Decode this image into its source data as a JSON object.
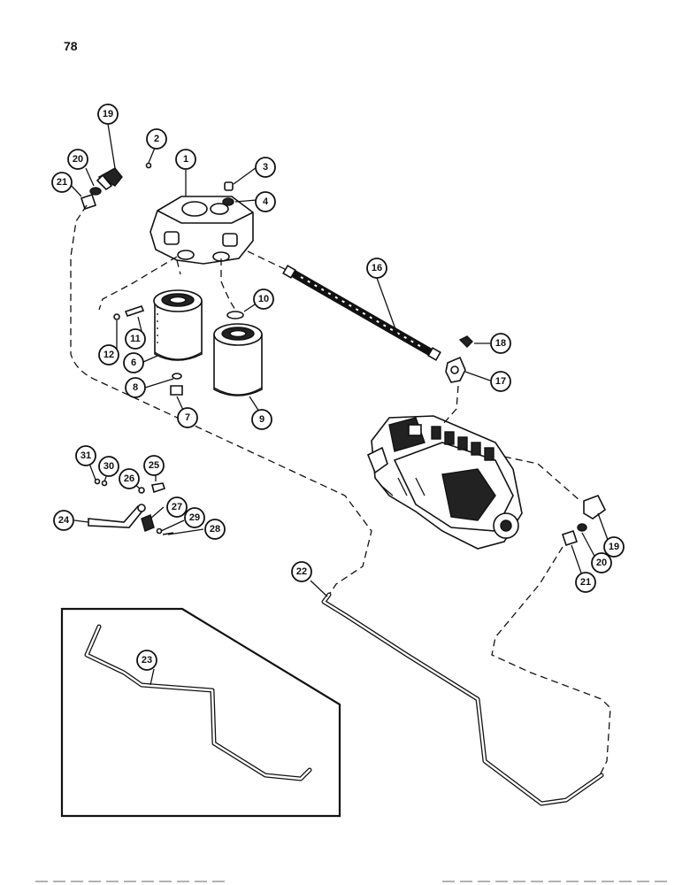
{
  "page": {
    "number": "78"
  },
  "callouts": [
    "1",
    "2",
    "3",
    "4",
    "6",
    "7",
    "8",
    "9",
    "10",
    "11",
    "12",
    "16",
    "17",
    "18",
    "19",
    "20",
    "21",
    "22",
    "23",
    "24",
    "25",
    "26",
    "27",
    "28",
    "29",
    "30",
    "31",
    "19",
    "20",
    "21"
  ],
  "parts": {
    "filter_head": "filter-head",
    "filter_a": "fuel-filter-6",
    "filter_b": "fuel-filter-9",
    "injection_pump": "injection-pump",
    "hose": "fuel-hose-16",
    "fuel_line": "fuel-line-22",
    "inset_line": "fuel-line-23"
  }
}
